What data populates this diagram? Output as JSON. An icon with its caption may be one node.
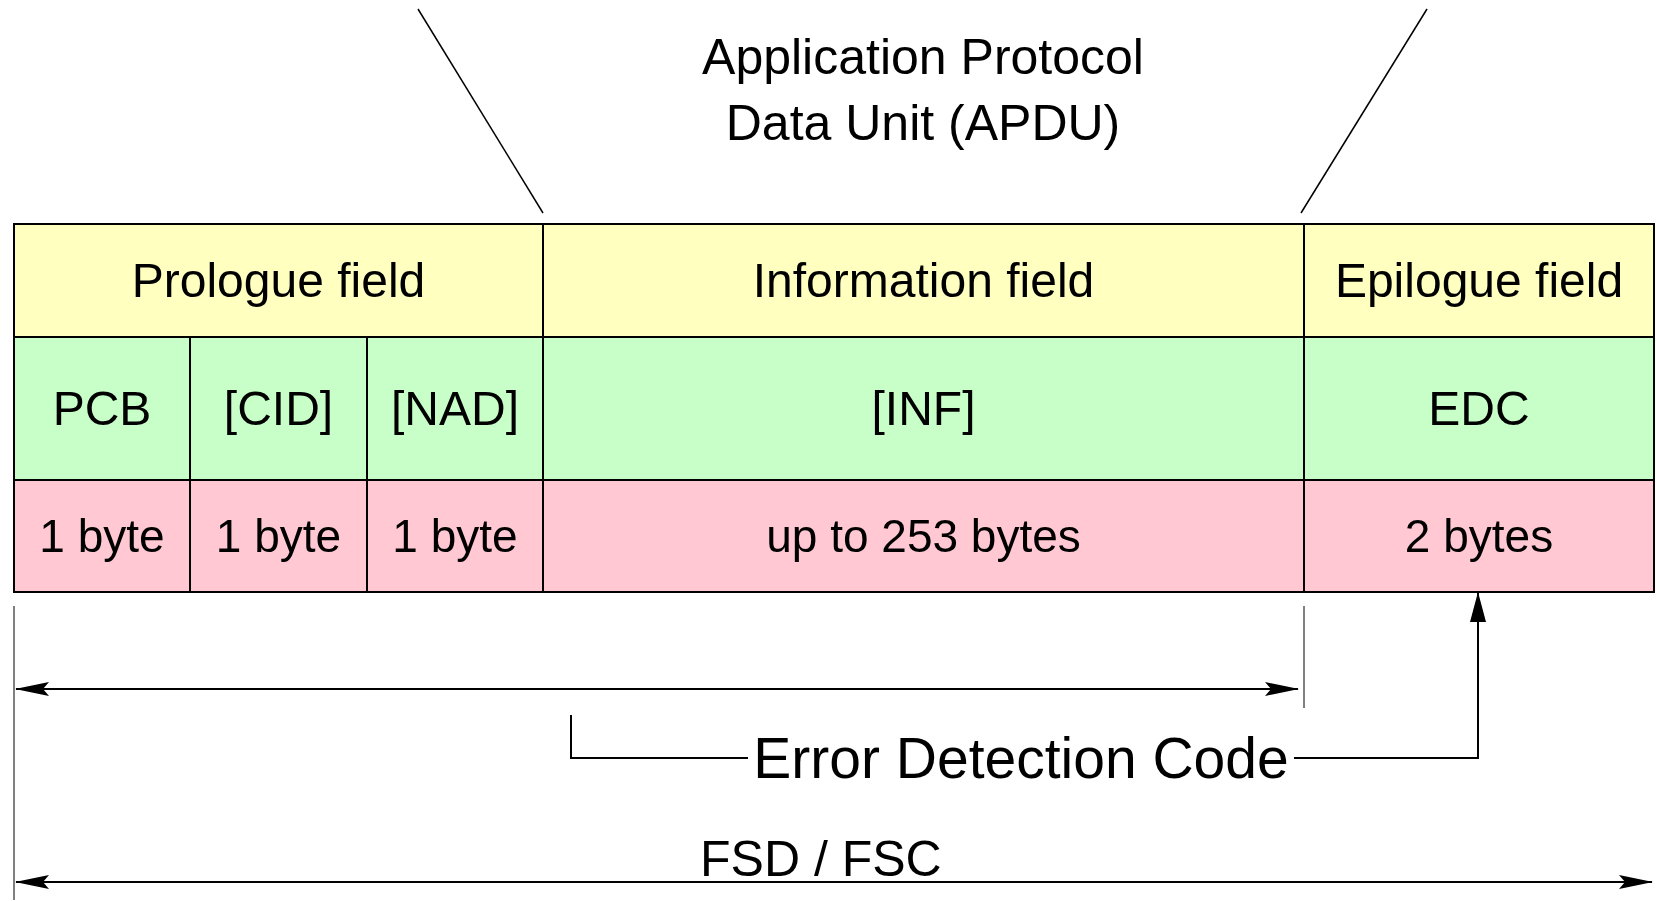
{
  "diagram": {
    "title": "Application Protocol Data Unit (APDU)",
    "nodes": [
      {
        "text": [
          "Prologue field"
        ]
      },
      {
        "text": [
          "Information field"
        ]
      },
      {
        "text": [
          "Epilogue field"
        ]
      },
      {
        "text": [
          "PCB"
        ]
      },
      {
        "text": [
          "[CID]"
        ]
      },
      {
        "text": [
          "[NAD]"
        ]
      },
      {
        "text": [
          "[INF]"
        ]
      },
      {
        "text": [
          "EDC"
        ]
      },
      {
        "text": [
          "1 byte"
        ]
      },
      {
        "text": [
          "1 byte"
        ]
      },
      {
        "text": [
          "1 byte"
        ]
      },
      {
        "text": [
          "up to 253 bytes"
        ]
      },
      {
        "text": [
          "2 bytes"
        ]
      },
      {
        "text": [
          "Error Detection Code"
        ]
      }
    ],
    "edges": [
      {
        "from": 13,
        "to": 12,
        "arrow": "to"
      },
      {
        "from": 13,
        "to": null,
        "arrow": "none"
      }
    ],
    "labels": [
      "FSD / FSC"
    ]
  }
}
